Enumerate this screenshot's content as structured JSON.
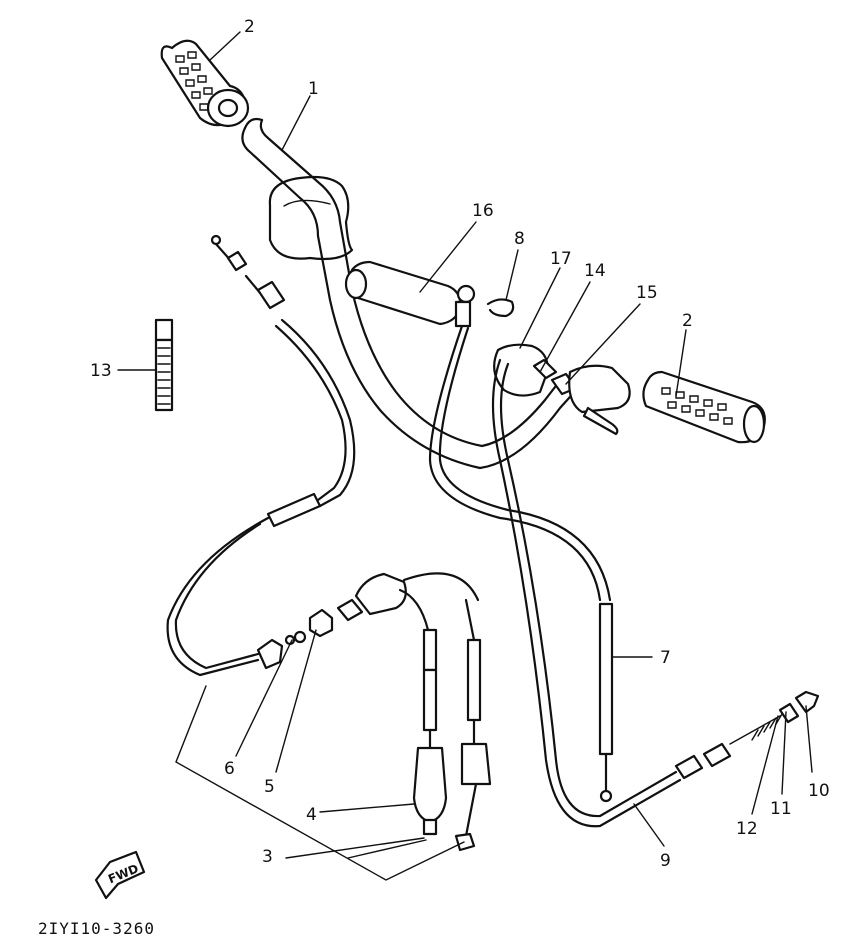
{
  "diagram_code": "2IYI10-3260",
  "fwd_label": "FWD",
  "callouts": {
    "handlebar": "1",
    "grip_left": "2",
    "grip_right": "2",
    "cable_assy": "3",
    "cable_4": "4",
    "cable_5": "5",
    "cable_6": "6",
    "cable_7": "7",
    "cable_8": "8",
    "cable_9": "9",
    "cable_10": "10",
    "cable_11": "11",
    "cable_12": "12",
    "band_13": "13",
    "part_14": "14",
    "part_15": "15",
    "throttle_16": "16",
    "part_17": "17"
  }
}
